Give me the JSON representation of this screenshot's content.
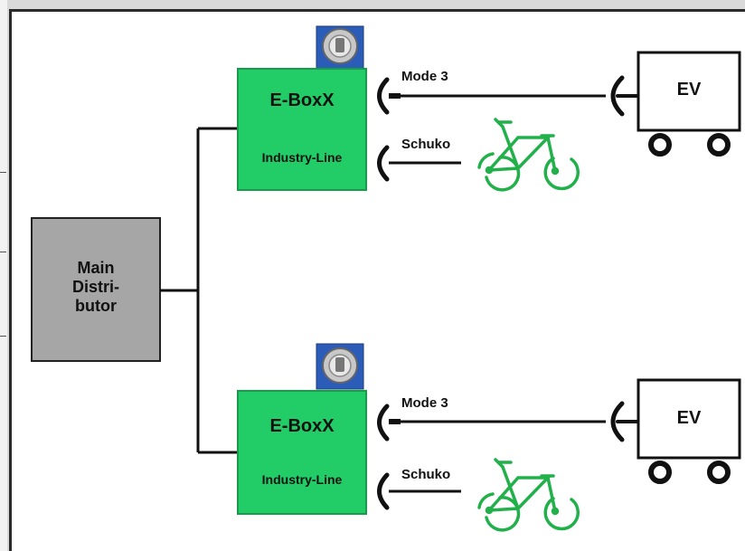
{
  "main_distributor": {
    "label": "Main\nDistri-\nbutor"
  },
  "eboxes": [
    {
      "title": "E-BoxX",
      "subtitle": "Industry-Line",
      "mode_label": "Mode 3",
      "schuko_label": "Schuko",
      "ev_label": "EV"
    },
    {
      "title": "E-BoxX",
      "subtitle": "Industry-Line",
      "mode_label": "Mode 3",
      "schuko_label": "Schuko",
      "ev_label": "EV"
    }
  ],
  "icons": [
    "meter-icon",
    "plug-icon",
    "bicycle-icon",
    "car-wheel-icon"
  ],
  "colors": {
    "ebox_green": "#22cc66",
    "distributor_gray": "#a6a6a6",
    "bike_green": "#22b04a",
    "meter_blue": "#2b5cb8",
    "line": "#111111"
  }
}
